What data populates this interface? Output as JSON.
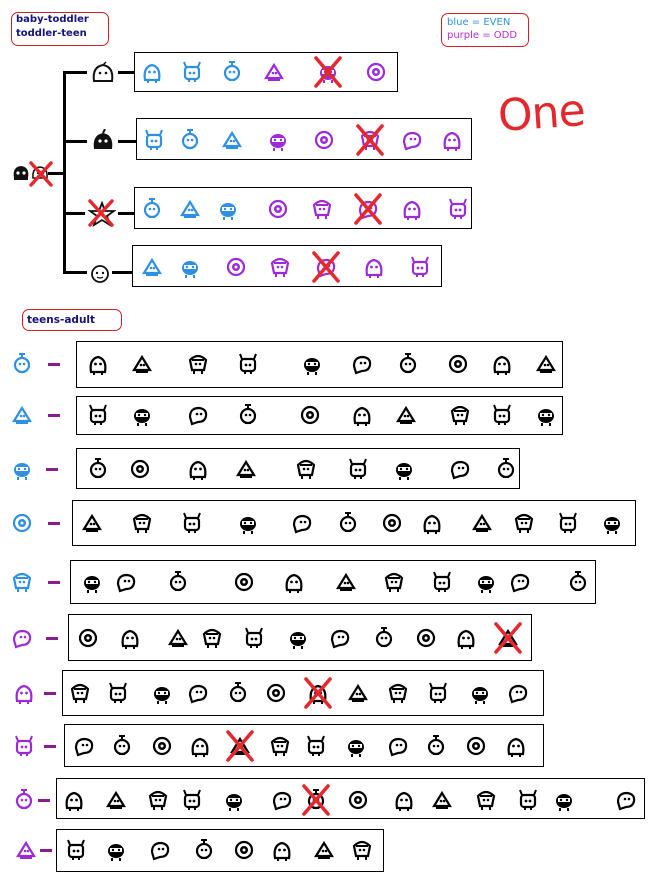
{
  "labels": {
    "baby_toddler": "baby-toddler",
    "toddler_teen": "toddler-teen",
    "teens_adult": "teens-adult"
  },
  "legend": {
    "even": "blue = EVEN",
    "odd": "purple = ODD"
  },
  "annotation": "One",
  "colors": {
    "blue": "#2f8fe0",
    "purple": "#9a2bd6",
    "black": "#000000",
    "cross": "#e4292e",
    "dash": "#8b1c8f"
  }
}
